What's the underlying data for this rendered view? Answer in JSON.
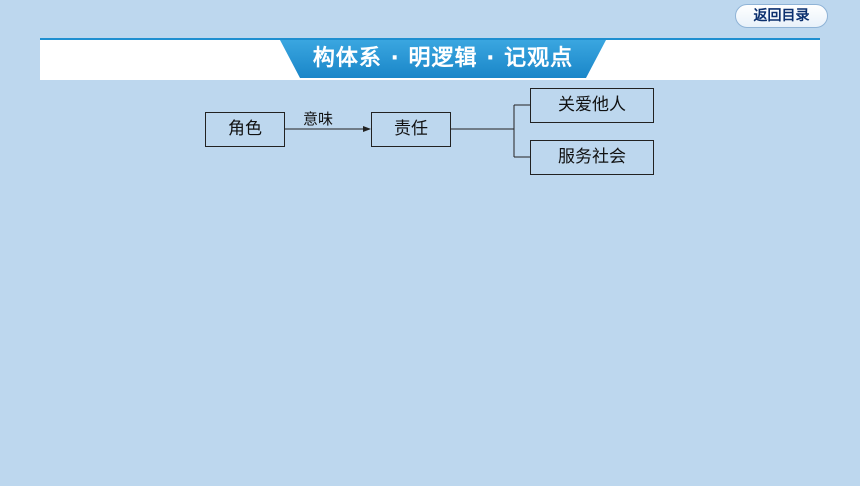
{
  "nav": {
    "return_label": "返回目录"
  },
  "banner": {
    "title": "构体系 · 明逻辑 · 记观点",
    "accent_color": "#1f8fd0"
  },
  "diagram": {
    "nodes": {
      "role": "角色",
      "responsibility": "责任",
      "care": "关爱他人",
      "serve": "服务社会"
    },
    "edge_label": "意味"
  }
}
